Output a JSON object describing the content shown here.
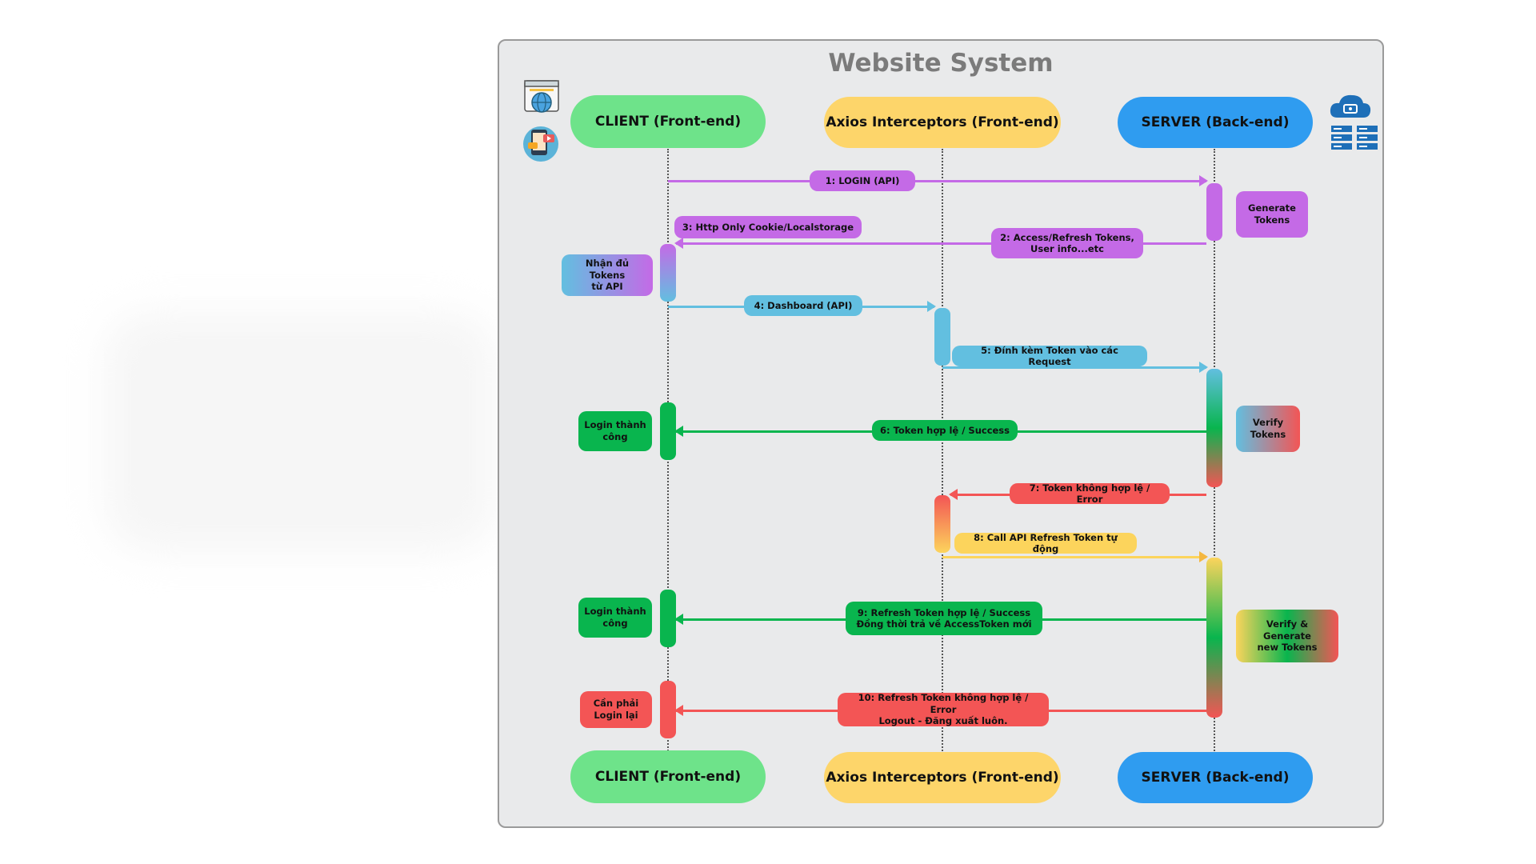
{
  "diagram": {
    "title": "Website System",
    "actors_top": {
      "client": "CLIENT (Front-end)",
      "axios": "Axios Interceptors (Front-end)",
      "server": "SERVER (Back-end)"
    },
    "actors_bottom": {
      "client": "CLIENT (Front-end)",
      "axios": "Axios Interceptors (Front-end)",
      "server": "SERVER (Back-end)"
    },
    "messages": {
      "m1": "1: LOGIN (API)",
      "m2": "2: Access/Refresh Tokens,\nUser info...etc",
      "m3": "3: Http Only Cookie/Localstorage",
      "m4": "4: Dashboard (API)",
      "m5": "5: Đính kèm Token vào các Request",
      "m6": "6: Token hợp lệ / Success",
      "m7": "7: Token không hợp lệ / Error",
      "m8": "8: Call API Refresh Token tự động",
      "m9": "9: Refresh Token hợp lệ / Success\nĐồng thời trả về AccessToken mới",
      "m10": "10: Refresh Token không hợp lệ / Error\nLogout - Đăng xuất luôn."
    },
    "notes": {
      "generate_tokens": "Generate\nTokens",
      "nhan_du_tokens": "Nhận đủ Tokens\ntừ API",
      "verify_tokens": "Verify\nTokens",
      "login_success_1": "Login thành\ncông",
      "login_success_2": "Login thành\ncông",
      "verify_generate": "Verify & Generate\nnew Tokens",
      "can_phai_login": "Cần phải\nLogin lại"
    },
    "colors": {
      "client": "#6ee38a",
      "axios": "#fdd56a",
      "server": "#2f9cf0",
      "purple": "#c46ae6",
      "blue": "#62bfe0",
      "green": "#09b54e",
      "red": "#f35555",
      "yellow": "#fcd45c"
    },
    "icons": {
      "left_top": "browser-globe-icon",
      "left_bottom": "mobile-app-icon",
      "right_top": "cloud-network-icon",
      "right_bottom": "server-rack-icon"
    }
  }
}
